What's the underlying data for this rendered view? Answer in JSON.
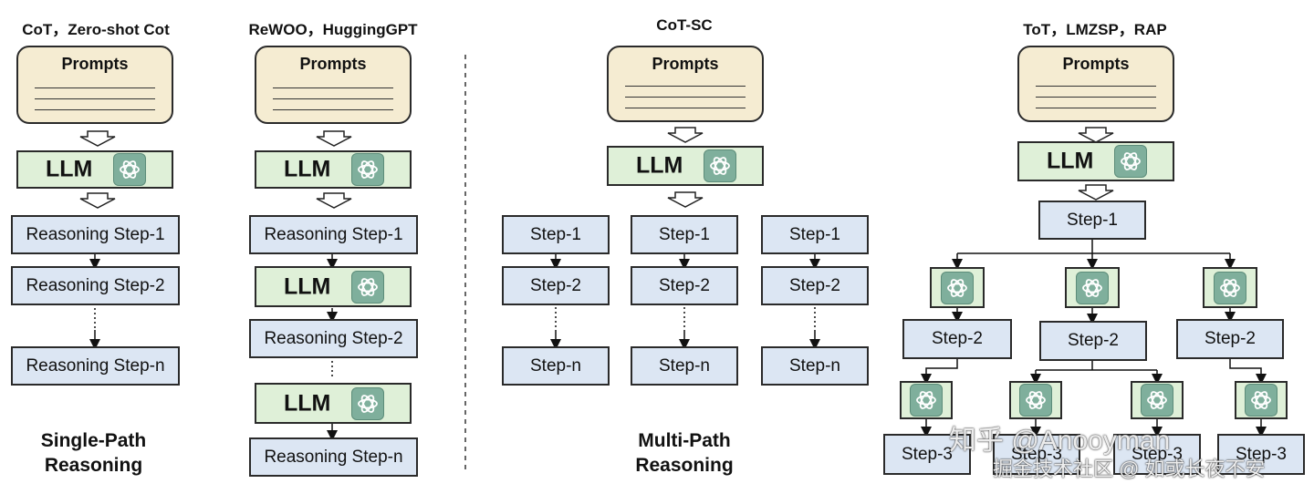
{
  "panels": {
    "p1": {
      "title": "CoT，Zero-shot Cot",
      "prompt": "Prompts",
      "llm": "LLM",
      "steps": [
        "Reasoning Step-1",
        "Reasoning Step-2",
        "Reasoning Step-n"
      ]
    },
    "p2": {
      "title": "ReWOO，HuggingGPT",
      "prompt": "Prompts",
      "llm": "LLM",
      "steps": [
        "Reasoning Step-1",
        "Reasoning Step-2",
        "Reasoning Step-n"
      ]
    },
    "p3": {
      "title": "CoT-SC",
      "prompt": "Prompts",
      "llm": "LLM",
      "steps": [
        "Step-1",
        "Step-2",
        "Step-n"
      ]
    },
    "p4": {
      "title": "ToT，LMZSP，RAP",
      "prompt": "Prompts",
      "llm": "LLM",
      "steps": [
        "Step-1",
        "Step-2",
        "Step-3"
      ]
    }
  },
  "captions": {
    "single": [
      "Single-Path",
      "Reasoning"
    ],
    "multi": [
      "Multi-Path",
      "Reasoning"
    ]
  },
  "watermark": {
    "top": "知乎 @Anooyman",
    "bottom": "掘金技术社区 @ 如或长夜不安"
  },
  "colors": {
    "prompt_fill": "#f5ecd2",
    "llm_fill": "#dff0d8",
    "step_fill": "#dce6f3",
    "icon_green": "#7faf9c"
  },
  "icons": [
    "openai-logo-icon",
    "hollow-down-arrow-icon"
  ]
}
